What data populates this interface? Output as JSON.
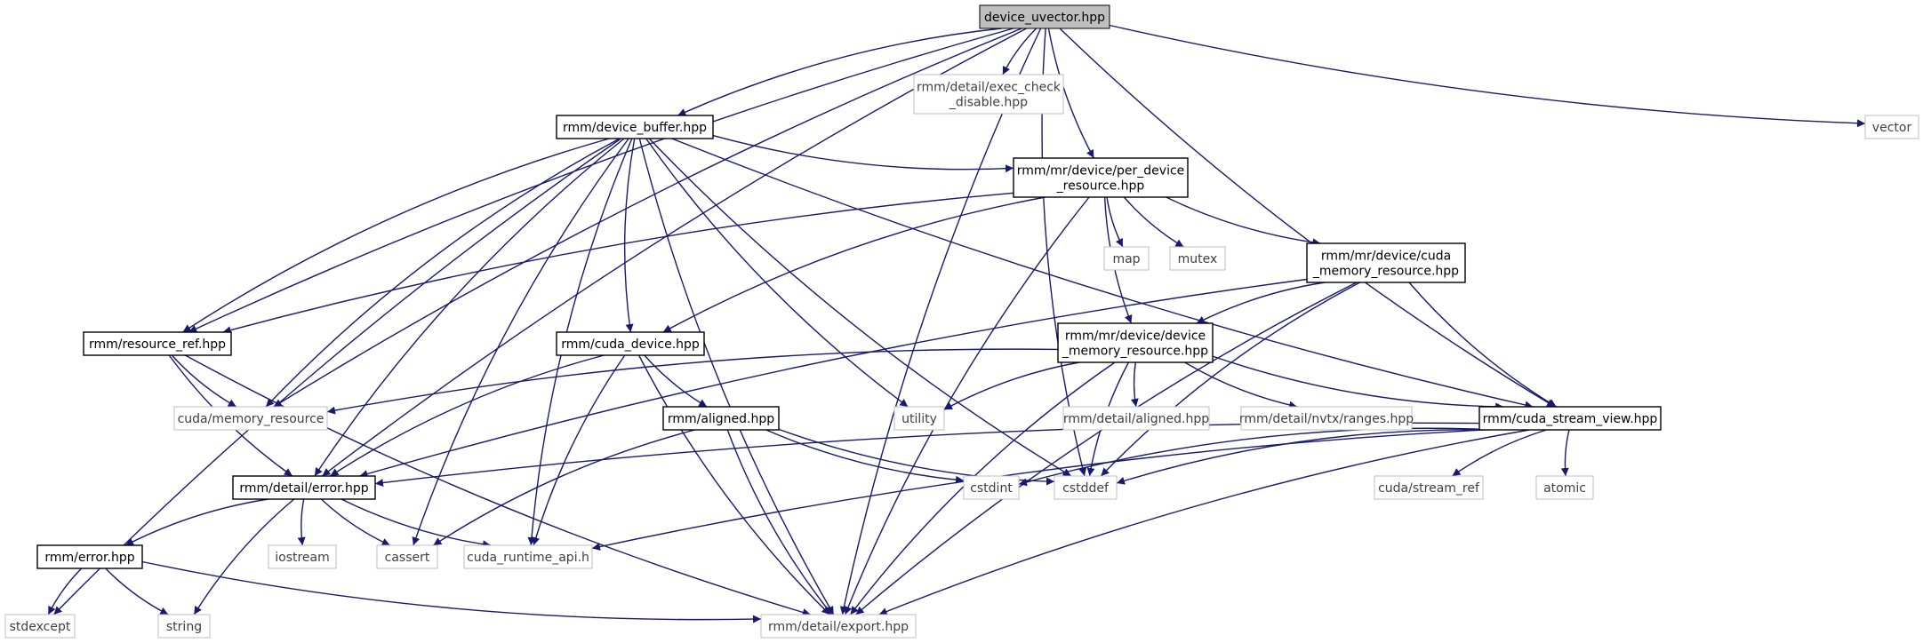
{
  "colors": {
    "edge": "#191970",
    "root_fill": "#bfbfbf",
    "external_border": "#bfbfbf",
    "internal_border": "#000000",
    "external_text": "#404040"
  },
  "nodes": [
    {
      "id": "root",
      "kind": "root",
      "lines": [
        "device_uvector.hpp"
      ]
    },
    {
      "id": "device_buffer",
      "kind": "internal",
      "lines": [
        "rmm/device_buffer.hpp"
      ]
    },
    {
      "id": "exec_check",
      "kind": "external",
      "lines": [
        "rmm/detail/exec_check",
        "_disable.hpp"
      ]
    },
    {
      "id": "vector",
      "kind": "external",
      "lines": [
        "vector"
      ]
    },
    {
      "id": "per_device",
      "kind": "internal",
      "lines": [
        "rmm/mr/device/per_device",
        "_resource.hpp"
      ]
    },
    {
      "id": "map",
      "kind": "external",
      "lines": [
        "map"
      ]
    },
    {
      "id": "mutex",
      "kind": "external",
      "lines": [
        "mutex"
      ]
    },
    {
      "id": "cuda_mr",
      "kind": "internal",
      "lines": [
        "rmm/mr/device/cuda",
        "_memory_resource.hpp"
      ]
    },
    {
      "id": "resource_ref",
      "kind": "internal",
      "lines": [
        "rmm/resource_ref.hpp"
      ]
    },
    {
      "id": "cuda_device",
      "kind": "internal",
      "lines": [
        "rmm/cuda_device.hpp"
      ]
    },
    {
      "id": "device_mr",
      "kind": "internal",
      "lines": [
        "rmm/mr/device/device",
        "_memory_resource.hpp"
      ]
    },
    {
      "id": "cuda_memres",
      "kind": "external",
      "lines": [
        "cuda/memory_resource"
      ]
    },
    {
      "id": "aligned",
      "kind": "internal",
      "lines": [
        "rmm/aligned.hpp"
      ]
    },
    {
      "id": "utility",
      "kind": "external",
      "lines": [
        "utility"
      ]
    },
    {
      "id": "detail_aligned",
      "kind": "external",
      "lines": [
        "rmm/detail/aligned.hpp"
      ]
    },
    {
      "id": "nvtx_ranges",
      "kind": "external",
      "lines": [
        "rmm/detail/nvtx/ranges.hpp"
      ]
    },
    {
      "id": "stream_view",
      "kind": "internal",
      "lines": [
        "rmm/cuda_stream_view.hpp"
      ]
    },
    {
      "id": "detail_error",
      "kind": "internal",
      "lines": [
        "rmm/detail/error.hpp"
      ]
    },
    {
      "id": "cstdint",
      "kind": "external",
      "lines": [
        "cstdint"
      ]
    },
    {
      "id": "cstddef",
      "kind": "external",
      "lines": [
        "cstddef"
      ]
    },
    {
      "id": "stream_ref",
      "kind": "external",
      "lines": [
        "cuda/stream_ref"
      ]
    },
    {
      "id": "atomic",
      "kind": "external",
      "lines": [
        "atomic"
      ]
    },
    {
      "id": "rmm_error",
      "kind": "internal",
      "lines": [
        "rmm/error.hpp"
      ]
    },
    {
      "id": "iostream",
      "kind": "external",
      "lines": [
        "iostream"
      ]
    },
    {
      "id": "cassert",
      "kind": "external",
      "lines": [
        "cassert"
      ]
    },
    {
      "id": "cuda_runtime",
      "kind": "external",
      "lines": [
        "cuda_runtime_api.h"
      ]
    },
    {
      "id": "stdexcept",
      "kind": "external",
      "lines": [
        "stdexcept"
      ]
    },
    {
      "id": "string",
      "kind": "external",
      "lines": [
        "string"
      ]
    },
    {
      "id": "export",
      "kind": "external",
      "lines": [
        "rmm/detail/export.hpp"
      ]
    }
  ],
  "edges": [
    [
      "root",
      "device_buffer"
    ],
    [
      "root",
      "exec_check"
    ],
    [
      "root",
      "vector"
    ],
    [
      "root",
      "per_device"
    ],
    [
      "root",
      "resource_ref"
    ],
    [
      "root",
      "cuda_memres"
    ],
    [
      "root",
      "detail_error"
    ],
    [
      "root",
      "stream_view"
    ],
    [
      "root",
      "cstddef"
    ],
    [
      "root",
      "export"
    ],
    [
      "device_buffer",
      "per_device"
    ],
    [
      "device_buffer",
      "resource_ref"
    ],
    [
      "device_buffer",
      "cuda_memres"
    ],
    [
      "device_buffer",
      "cuda_device"
    ],
    [
      "device_buffer",
      "utility"
    ],
    [
      "device_buffer",
      "stream_view"
    ],
    [
      "device_buffer",
      "detail_error"
    ],
    [
      "device_buffer",
      "cassert"
    ],
    [
      "device_buffer",
      "cuda_runtime"
    ],
    [
      "device_buffer",
      "stdexcept"
    ],
    [
      "device_buffer",
      "cstddef"
    ],
    [
      "device_buffer",
      "export"
    ],
    [
      "per_device",
      "map"
    ],
    [
      "per_device",
      "mutex"
    ],
    [
      "per_device",
      "cuda_mr"
    ],
    [
      "per_device",
      "resource_ref"
    ],
    [
      "per_device",
      "cuda_device"
    ],
    [
      "per_device",
      "device_mr"
    ],
    [
      "per_device",
      "export"
    ],
    [
      "cuda_mr",
      "device_mr"
    ],
    [
      "cuda_mr",
      "detail_error"
    ],
    [
      "cuda_mr",
      "stream_view"
    ],
    [
      "cuda_mr",
      "cstddef"
    ],
    [
      "cuda_mr",
      "export"
    ],
    [
      "resource_ref",
      "cuda_memres"
    ],
    [
      "resource_ref",
      "detail_error"
    ],
    [
      "resource_ref",
      "export"
    ],
    [
      "cuda_device",
      "aligned"
    ],
    [
      "cuda_device",
      "detail_error"
    ],
    [
      "cuda_device",
      "cuda_runtime"
    ],
    [
      "cuda_device",
      "export"
    ],
    [
      "device_mr",
      "cuda_memres"
    ],
    [
      "device_mr",
      "utility"
    ],
    [
      "device_mr",
      "detail_aligned"
    ],
    [
      "device_mr",
      "nvtx_ranges"
    ],
    [
      "device_mr",
      "stream_view"
    ],
    [
      "device_mr",
      "cstddef"
    ],
    [
      "device_mr",
      "export"
    ],
    [
      "aligned",
      "cstdint"
    ],
    [
      "aligned",
      "cstddef"
    ],
    [
      "aligned",
      "cassert"
    ],
    [
      "aligned",
      "export"
    ],
    [
      "stream_view",
      "detail_error"
    ],
    [
      "stream_view",
      "cstdint"
    ],
    [
      "stream_view",
      "cstddef"
    ],
    [
      "stream_view",
      "stream_ref"
    ],
    [
      "stream_view",
      "atomic"
    ],
    [
      "stream_view",
      "cuda_runtime"
    ],
    [
      "stream_view",
      "export"
    ],
    [
      "detail_error",
      "rmm_error"
    ],
    [
      "detail_error",
      "iostream"
    ],
    [
      "detail_error",
      "cassert"
    ],
    [
      "detail_error",
      "cuda_runtime"
    ],
    [
      "detail_error",
      "string"
    ],
    [
      "rmm_error",
      "stdexcept"
    ],
    [
      "rmm_error",
      "string"
    ],
    [
      "rmm_error",
      "export"
    ]
  ]
}
